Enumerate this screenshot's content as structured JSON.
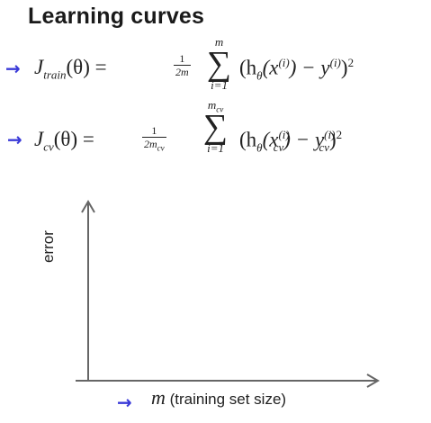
{
  "title": "Learning curves",
  "equations": [
    {
      "lhs_symbol": "J",
      "lhs_sub": "train",
      "lhs_arg": "(θ) =",
      "frac_num": "1",
      "frac_den": "2m",
      "sum_top": "m",
      "sum_bot": "i=1",
      "body": "(h",
      "theta_sub": "θ",
      "x_sym": "(x",
      "x_sup": "(i)",
      "x_sub": "",
      "minus_y": ") − y",
      "y_sup": "(i)",
      "y_sub": "",
      "tail": ")",
      "power": "2"
    },
    {
      "lhs_symbol": "J",
      "lhs_sub": "cv",
      "lhs_arg": "(θ) =",
      "frac_num": "1",
      "frac_den": "2m",
      "frac_den_sub": "cv",
      "sum_top": "m",
      "sum_top_sub": "cv",
      "sum_bot": "i=1",
      "body": "(h",
      "theta_sub": "θ",
      "x_sym": "(x",
      "x_sup": "(i)",
      "x_sub": "cv",
      "minus_y": ") − y",
      "y_sup": "(i)",
      "y_sub": "cv",
      "tail": ")",
      "power": "2"
    }
  ],
  "annotation_color": "#3a3ad8",
  "plot": {
    "ylabel": "error",
    "xlabel_symbol": "m",
    "xlabel_text": "(training set size)"
  }
}
